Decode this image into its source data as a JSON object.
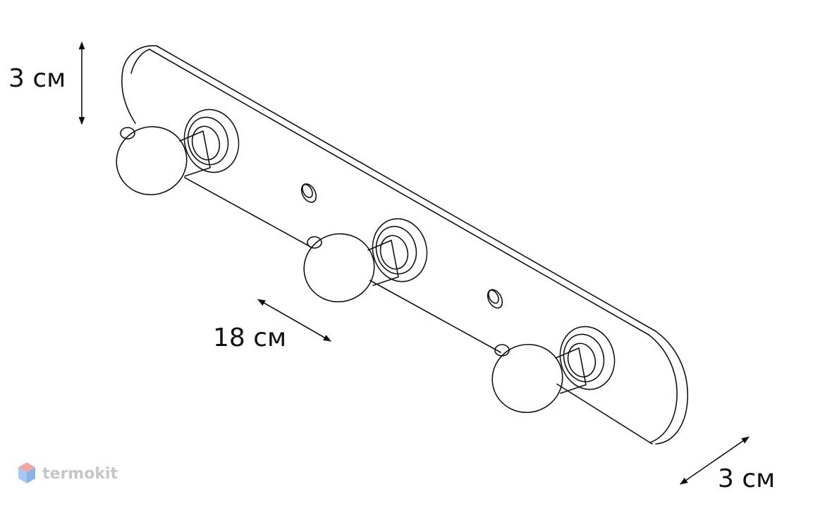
{
  "dimensions": {
    "height": "3 см",
    "length": "18 см",
    "depth": "3 см"
  },
  "watermark": {
    "brand": "termokit",
    "colors": {
      "top": "#f2a6a6",
      "left": "#a9c9f0",
      "right": "#8bb3e8"
    }
  },
  "colors": {
    "line": "#111111",
    "background": "#ffffff"
  }
}
